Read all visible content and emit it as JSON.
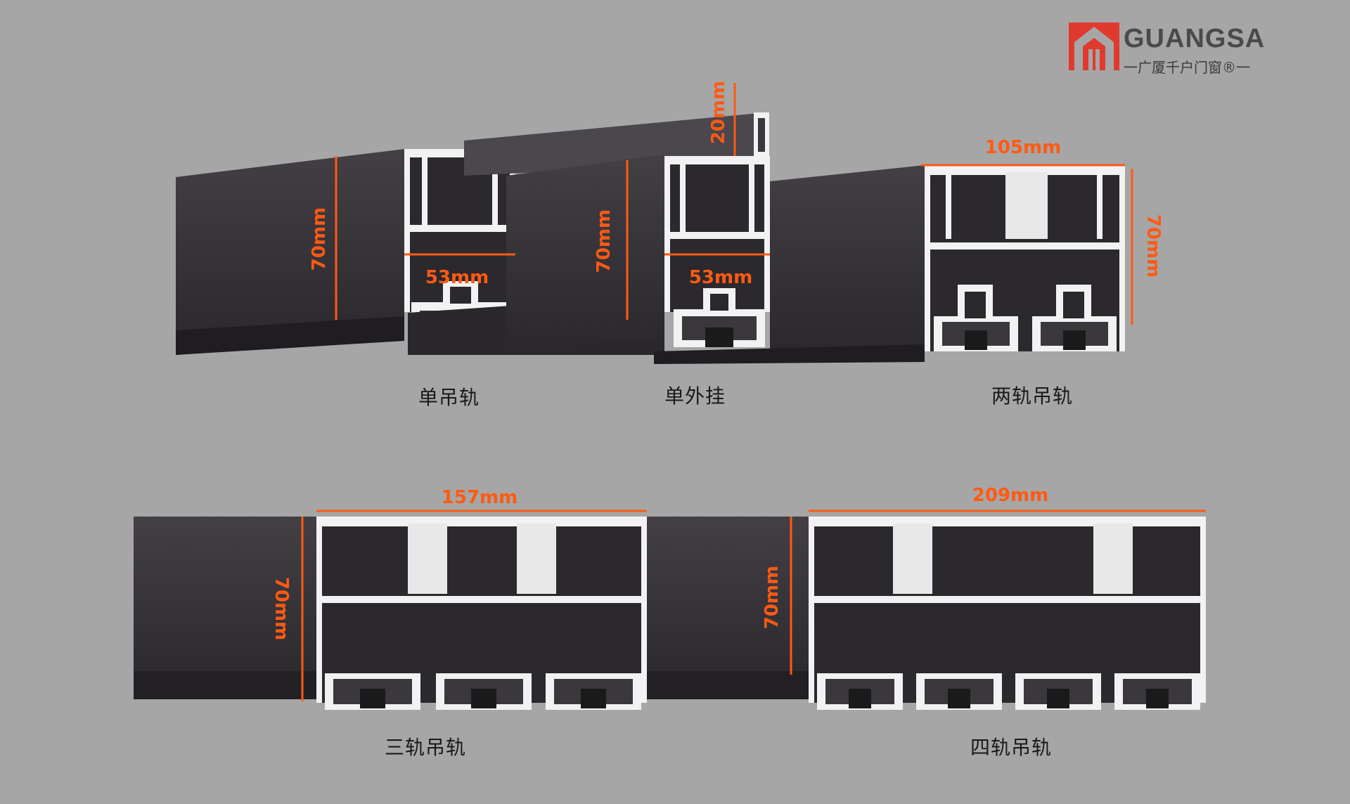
{
  "brand": {
    "name": "GUANGSA",
    "subtitle": "一广厦千户门窗®一",
    "logo_icon": "house-logo-icon",
    "accent": "#e03a2f"
  },
  "colors": {
    "background": "#a6a6a6",
    "profile_dark": "#3a383c",
    "profile_face": "#2f2d31",
    "aluminum_white": "#f2f2f2",
    "dimension": "#ff5a14"
  },
  "products": [
    {
      "label": "单吊轨",
      "width": "53mm",
      "height": "70mm"
    },
    {
      "label": "单外挂",
      "width": "53mm",
      "height": "70mm",
      "extra": "20mm"
    },
    {
      "label": "两轨吊轨",
      "width": "105mm",
      "height": "70mm"
    },
    {
      "label": "三轨吊轨",
      "width": "157mm",
      "height": "70mm"
    },
    {
      "label": "四轨吊轨",
      "width": "209mm",
      "height": "70mm"
    }
  ]
}
